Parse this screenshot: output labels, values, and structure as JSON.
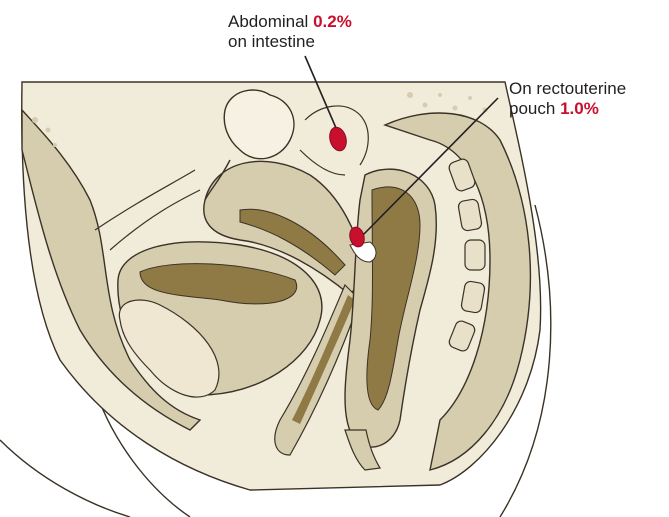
{
  "labels": {
    "abdominal": {
      "line1": "Abdominal",
      "percent": "0.2%",
      "line2": "on intestine"
    },
    "rectouterine": {
      "line1": "On rectouterine",
      "line2": "pouch",
      "percent": "1.0%"
    }
  },
  "colors": {
    "percent": "#c8102e",
    "implant": "#c8102e",
    "tissue_light": "#e8e0c8",
    "tissue_mid": "#d6ccae",
    "tissue_dark": "#8f7a45",
    "outline": "#3a3226",
    "text": "#231f20",
    "background": "#ffffff"
  }
}
